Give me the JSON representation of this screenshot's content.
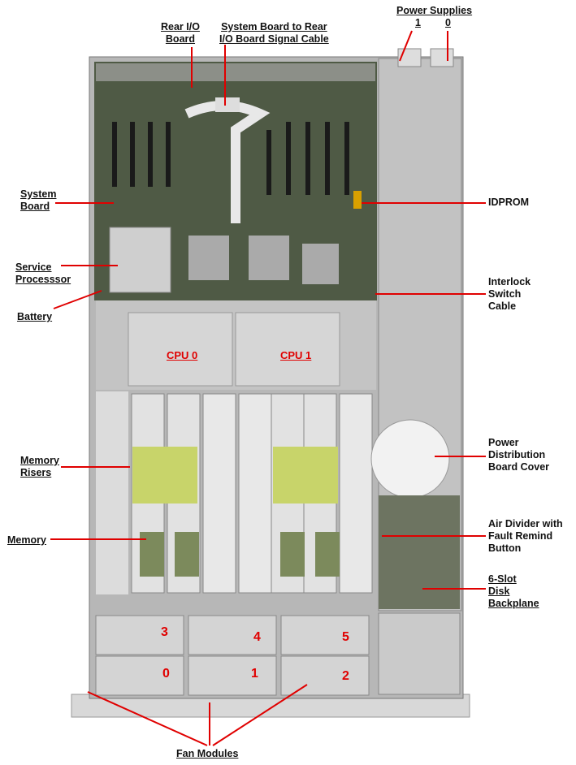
{
  "labels": {
    "power_supplies": "Power Supplies",
    "psu_1": "1",
    "psu_0": "0",
    "rear_io_board": [
      "Rear I/O",
      "Board"
    ],
    "signal_cable": [
      "System Board to Rear",
      "I/O Board Signal Cable"
    ],
    "system_board": [
      "System",
      "Board"
    ],
    "service_processor": [
      "Service",
      "Processsor"
    ],
    "battery": "Battery",
    "idprom": "IDPROM",
    "interlock": [
      "Interlock",
      "Switch",
      "Cable"
    ],
    "memory_risers": [
      "Memory",
      "Risers"
    ],
    "memory": "Memory",
    "pdb_cover": [
      "Power",
      "Distribution",
      "Board Cover"
    ],
    "air_divider": [
      "Air Divider with",
      "Fault Remind",
      "Button"
    ],
    "disk_backplane": [
      "6-Slot",
      "Disk",
      "Backplane"
    ],
    "fan_modules": "Fan Modules"
  },
  "cpus": [
    "CPU 0",
    "CPU 1"
  ],
  "fans": [
    "3",
    "4",
    "5",
    "0",
    "1",
    "2"
  ],
  "colors": {
    "leader": "#e00000",
    "board": "#4f5a45",
    "metal": "#c9c9c9"
  }
}
